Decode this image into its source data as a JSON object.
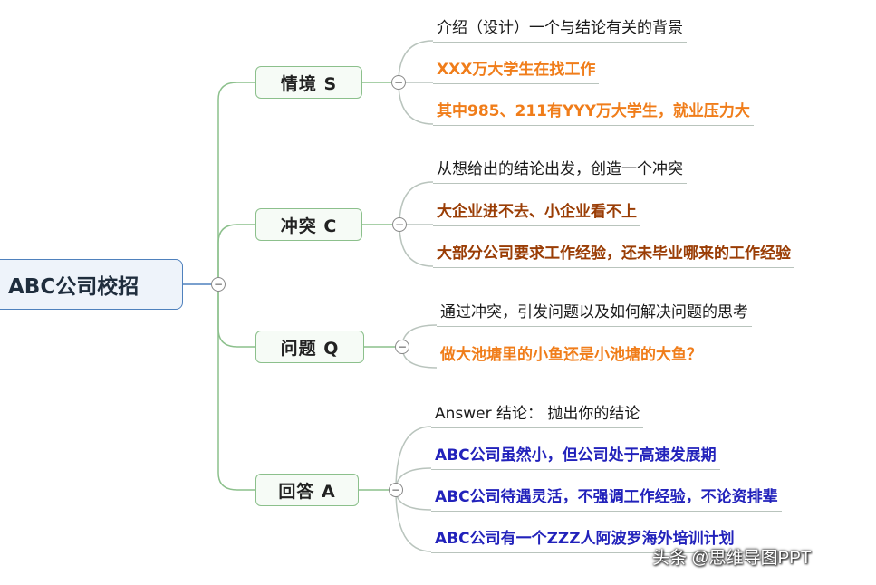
{
  "root": {
    "label": "ABC公司校招"
  },
  "toggle_symbol": "−",
  "branches": [
    {
      "label": "情境  S",
      "children": [
        {
          "text": "介绍（设计）一个与结论有关的背景",
          "color": "#1a1a1a"
        },
        {
          "text": "XXX万大学生在找工作",
          "color": "#f07d1a"
        },
        {
          "text": "其中985、211有YYY万大学生，就业压力大",
          "color": "#f07d1a"
        }
      ]
    },
    {
      "label": "冲突  C",
      "children": [
        {
          "text": "从想给出的结论出发，创造一个冲突",
          "color": "#1a1a1a"
        },
        {
          "text": "大企业进不去、小企业看不上",
          "color": "#9a3d05"
        },
        {
          "text": "大部分公司要求工作经验，还未毕业哪来的工作经验",
          "color": "#9a3d05"
        }
      ]
    },
    {
      "label": "问题  Q",
      "children": [
        {
          "text": "通过冲突，引发问题以及如何解决问题的思考",
          "color": "#1a1a1a"
        },
        {
          "text": "做大池塘里的小鱼还是小池塘的大鱼？",
          "color": "#f07d1a"
        }
      ]
    },
    {
      "label": "回答  A",
      "children": [
        {
          "text": "Answer 结论：  抛出你的结论",
          "color": "#1a1a1a"
        },
        {
          "text": "ABC公司虽然小，但公司处于高速发展期",
          "color": "#2222bb"
        },
        {
          "text": "ABC公司待遇灵活，不强调工作经验，不论资排辈",
          "color": "#2222bb"
        },
        {
          "text": "ABC公司有一个ZZZ人阿波罗海外培训计划",
          "color": "#2222bb"
        }
      ]
    }
  ],
  "watermark": "头条 @思维导图PPT"
}
